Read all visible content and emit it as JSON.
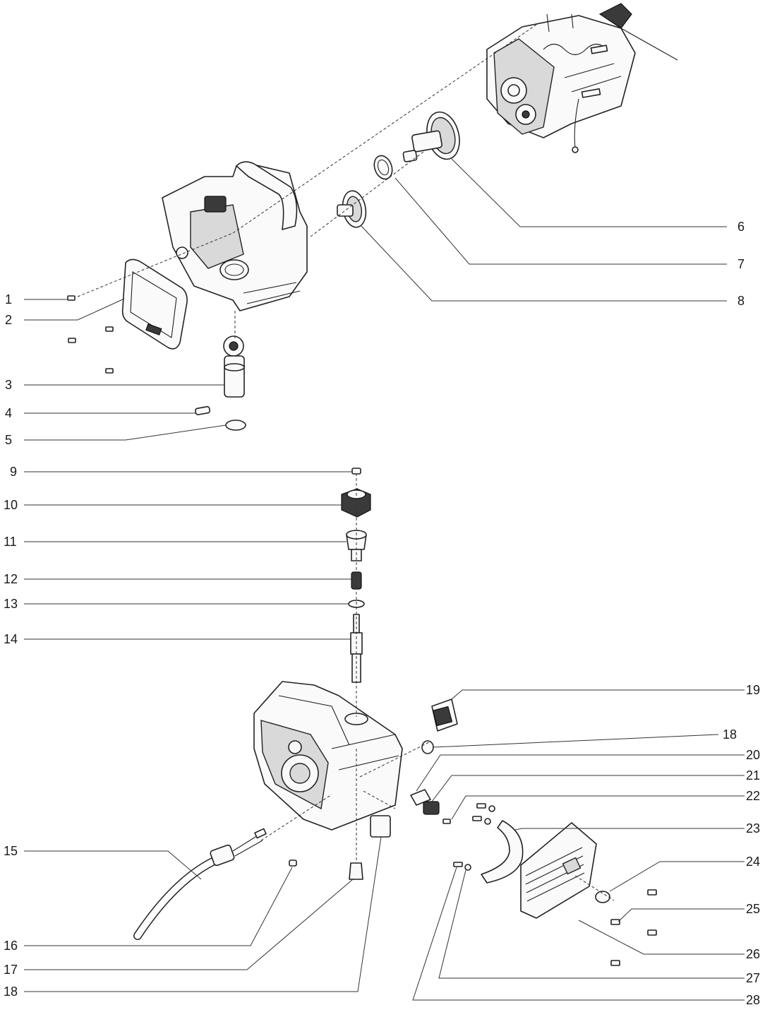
{
  "callouts": {
    "n1": "1",
    "n2": "2",
    "n3": "3",
    "n4": "4",
    "n5": "5",
    "n6": "6",
    "n7": "7",
    "n8": "8",
    "n9": "9",
    "n10": "10",
    "n11": "11",
    "n12": "12",
    "n13": "13",
    "n14": "14",
    "n15": "15",
    "n16": "16",
    "n17": "17",
    "n18a": "18",
    "n18b": "18",
    "n19": "19",
    "n20": "20",
    "n21": "21",
    "n22": "22",
    "n23": "23",
    "n24": "24",
    "n25": "25",
    "n26": "26",
    "n27": "27",
    "n28": "28"
  }
}
